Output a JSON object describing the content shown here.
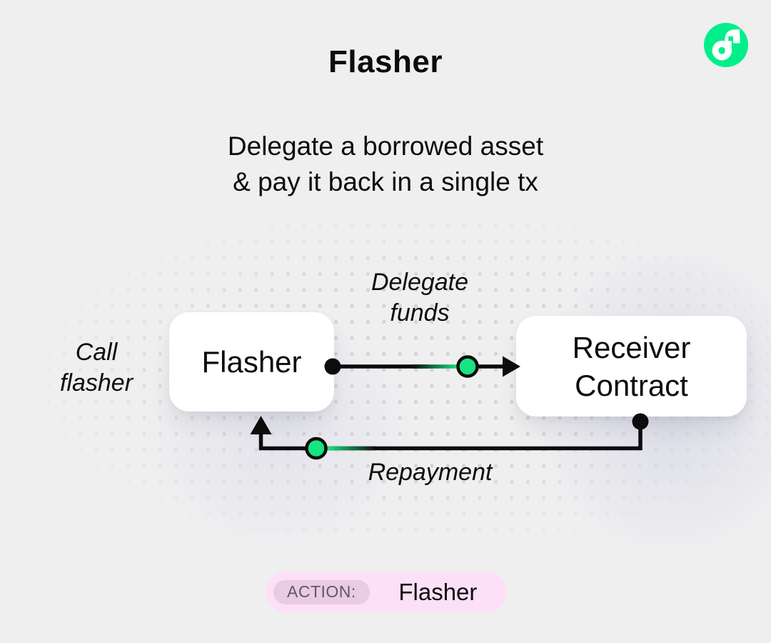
{
  "colors": {
    "background": "#EFEFF0",
    "dot": "#D2D2D7",
    "ink": "#0C0C0D",
    "green": "#17E383",
    "logo_green": "#00EF8B",
    "node_bg": "#FFFFFF",
    "badge_bg": "#FBE0F8",
    "badge_inner_bg": "#E9CBE3",
    "badge_label_text": "#5F5A61",
    "wash": "#C9C9DF"
  },
  "header": {
    "title": "Flasher",
    "subtitle_line1": "Delegate a borrowed asset",
    "subtitle_line2": "& pay it back in a single tx"
  },
  "icons": {
    "logo": "flow-logo-icon"
  },
  "diagram": {
    "nodes": {
      "flasher": {
        "label": "Flasher"
      },
      "receiver": {
        "label_line1": "Receiver",
        "label_line2": "Contract"
      }
    },
    "labels": {
      "call_line1": "Call",
      "call_line2": "flasher",
      "delegate_line1": "Delegate",
      "delegate_line2": "funds",
      "repayment": "Repayment"
    }
  },
  "footer": {
    "action_label": "ACTION:",
    "action_value": "Flasher"
  }
}
